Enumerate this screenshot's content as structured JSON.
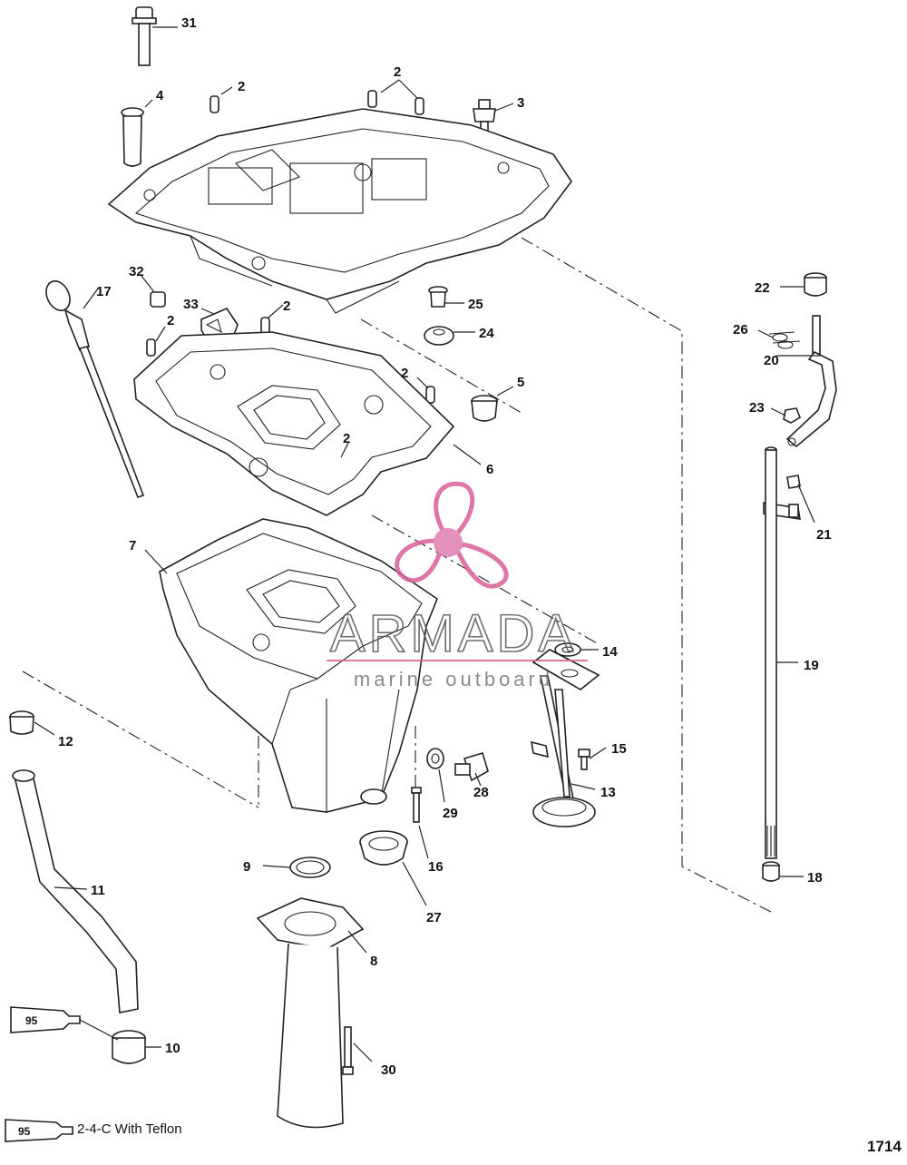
{
  "diagram": {
    "number": "1714",
    "callouts": [
      "31",
      "4",
      "2",
      "2",
      "3",
      "32",
      "17",
      "33",
      "2",
      "2",
      "25",
      "24",
      "2",
      "5",
      "6",
      "2",
      "22",
      "26",
      "20",
      "23",
      "21",
      "7",
      "19",
      "14",
      "15",
      "13",
      "12",
      "28",
      "29",
      "16",
      "11",
      "9",
      "27",
      "8",
      "18",
      "10",
      "30"
    ]
  },
  "legend": {
    "tube_number": "95",
    "label": "2-4-C With Teflon"
  },
  "watermark": {
    "brand": "ARMADA",
    "tagline": "marine outboard",
    "color": "#d9609a"
  }
}
